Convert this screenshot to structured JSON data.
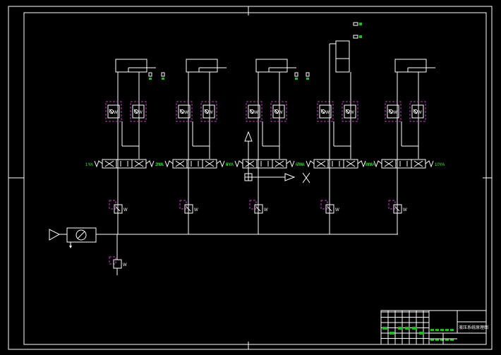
{
  "diagram": {
    "valve_labels": [
      {
        "left": "1YA",
        "right": "2YA"
      },
      {
        "left": "3YA",
        "right": "4YA"
      },
      {
        "left": "5YA",
        "right": "6YA"
      },
      {
        "left": "7YA",
        "right": "8YA"
      },
      {
        "left": "9YA",
        "right": "10YA"
      }
    ],
    "title_block": {
      "drawing_title": "液压系统原理图"
    },
    "colors": {
      "line": "#ffffff",
      "label": "#33ee33",
      "dashed_box": "#c040c0",
      "background": "#000000"
    }
  }
}
